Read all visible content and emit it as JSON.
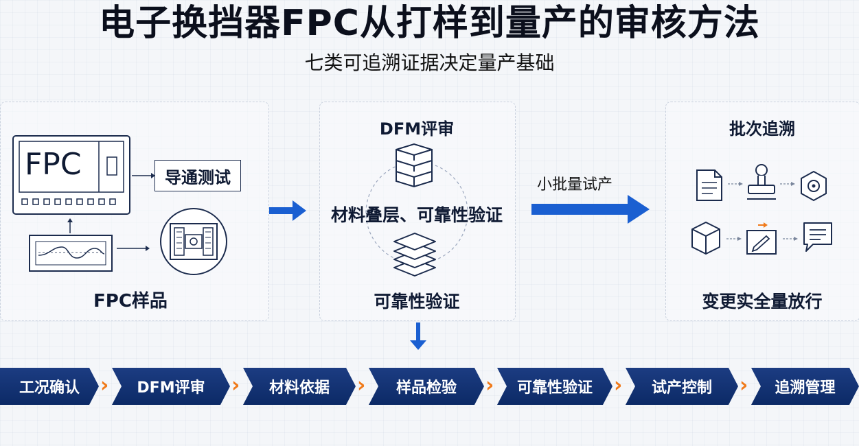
{
  "title": "电子换挡器FPC从打样到量产的审核方法",
  "subtitle": "七类可追溯证据决定量产基础",
  "panel_left": {
    "screen_text": "FPC",
    "test_label": "导通测试",
    "caption": "FPC样品"
  },
  "panel_mid": {
    "title": "DFM评审",
    "main_label": "材料叠层、可靠性验证",
    "caption": "可靠性验证"
  },
  "arrow_label": "小批量试产",
  "panel_right": {
    "title": "批次追溯",
    "caption": "变更实全量放行"
  },
  "flow_steps": [
    "工况确认",
    "DFM评审",
    "材料依据",
    "样品检验",
    "可靠性验证",
    "试产控制",
    "追溯管理"
  ],
  "colors": {
    "navy": "#0c2a66",
    "blue_arrow": "#1a5fd1",
    "orange": "#f07a1a"
  }
}
